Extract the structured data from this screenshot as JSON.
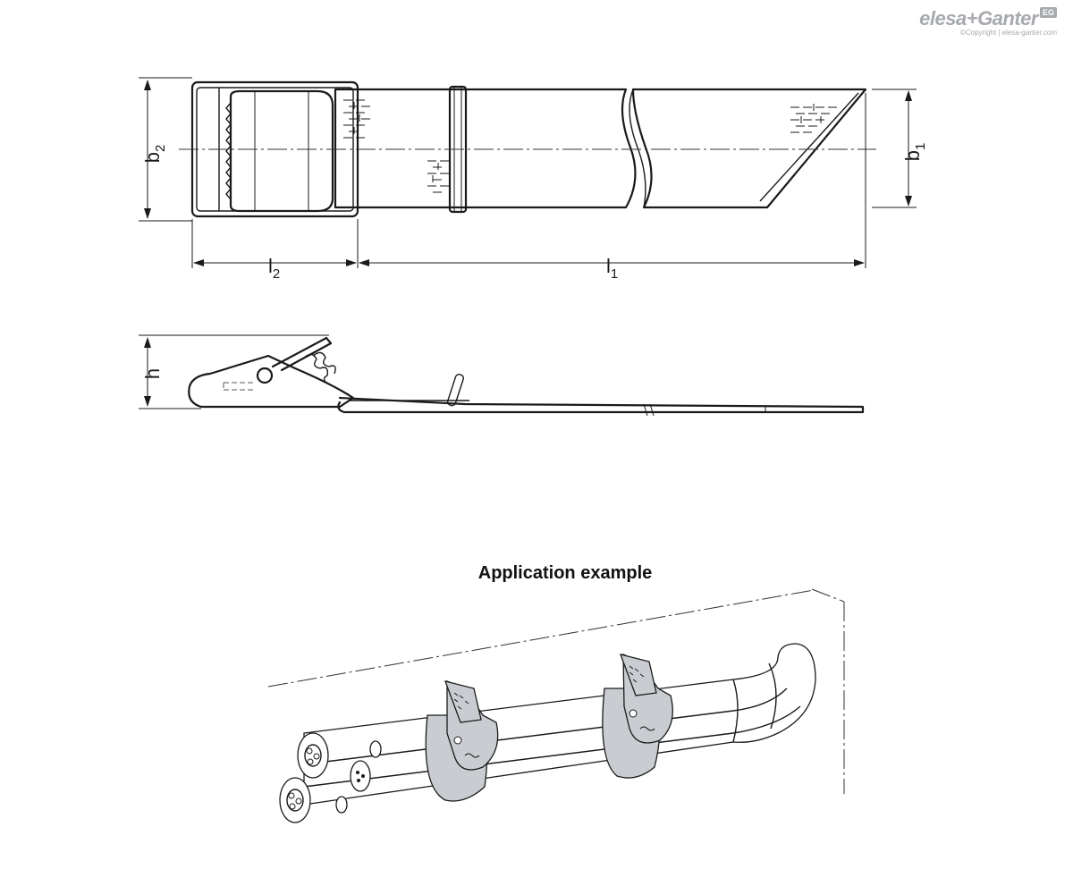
{
  "logo": {
    "brand": "elesa+Ganter",
    "badge": "EG",
    "copyright": "©Copyright | elesa-ganter.com"
  },
  "dimensions": {
    "b2": {
      "base": "b",
      "sub": "2"
    },
    "b1": {
      "base": "b",
      "sub": "1"
    },
    "l2": {
      "base": "l",
      "sub": "2"
    },
    "l1": {
      "base": "l",
      "sub": "1"
    },
    "h": {
      "base": "h",
      "sub": ""
    }
  },
  "application": {
    "title": "Application example"
  },
  "colors": {
    "line": "#1a1a1a",
    "strap_fill": "#c9cdd2",
    "logo_gray": "#a6a9ad"
  }
}
